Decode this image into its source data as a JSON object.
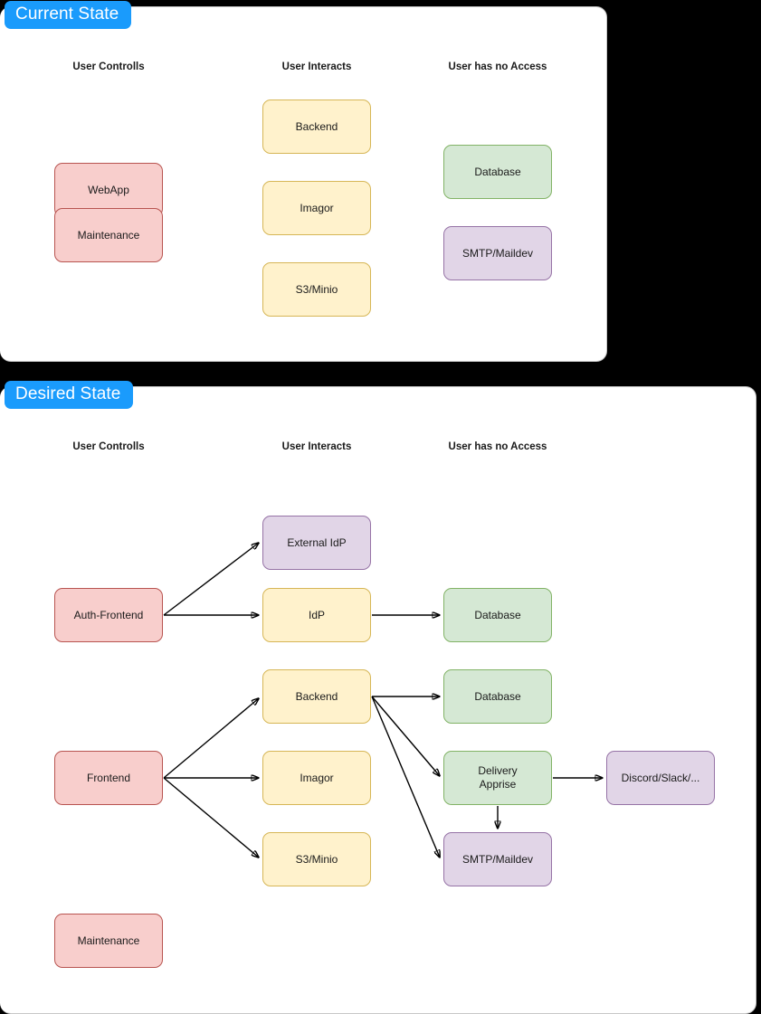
{
  "diagram": {
    "title": "Current State / Desired State architecture",
    "colors": {
      "tab": "#1a9bfc",
      "panel_bg": "#ffffff",
      "canvas_bg": "#000000",
      "red_fill": "#f8cecc",
      "red_stroke": "#b85450",
      "yellow_fill": "#fff2cc",
      "yellow_stroke": "#d6b656",
      "green_fill": "#d5e8d4",
      "green_stroke": "#82b366",
      "purple_fill": "#e1d5e7",
      "purple_stroke": "#9673a6",
      "edge": "#000000"
    }
  },
  "panels": [
    {
      "id": "current",
      "tab_label": "Current State",
      "headers": [
        {
          "label": "User Controlls"
        },
        {
          "label": "User Interacts"
        },
        {
          "label": "User has no Access"
        }
      ],
      "nodes": [
        {
          "id": "cs-webapp",
          "label": "WebApp",
          "color": "red"
        },
        {
          "id": "cs-maintenance",
          "label": "Maintenance",
          "color": "red"
        },
        {
          "id": "cs-backend",
          "label": "Backend",
          "color": "yellow"
        },
        {
          "id": "cs-imagor",
          "label": "Imagor",
          "color": "yellow"
        },
        {
          "id": "cs-s3minio",
          "label": "S3/Minio",
          "color": "yellow"
        },
        {
          "id": "cs-database",
          "label": "Database",
          "color": "green"
        },
        {
          "id": "cs-smtp",
          "label": "SMTP/Maildev",
          "color": "purple"
        }
      ],
      "edges": []
    },
    {
      "id": "desired",
      "tab_label": "Desired State",
      "headers": [
        {
          "label": "User Controlls"
        },
        {
          "label": "User Interacts"
        },
        {
          "label": "User has no Access"
        }
      ],
      "nodes": [
        {
          "id": "ds-authfrontend",
          "label": "Auth-Frontend",
          "color": "red"
        },
        {
          "id": "ds-frontend",
          "label": "Frontend",
          "color": "red"
        },
        {
          "id": "ds-maintenance",
          "label": "Maintenance",
          "color": "red"
        },
        {
          "id": "ds-externalidp",
          "label": "External IdP",
          "color": "purple"
        },
        {
          "id": "ds-idp",
          "label": "IdP",
          "color": "yellow"
        },
        {
          "id": "ds-backend",
          "label": "Backend",
          "color": "yellow"
        },
        {
          "id": "ds-imagor",
          "label": "Imagor",
          "color": "yellow"
        },
        {
          "id": "ds-s3minio",
          "label": "S3/Minio",
          "color": "yellow"
        },
        {
          "id": "ds-database-idp",
          "label": "Database",
          "color": "green"
        },
        {
          "id": "ds-database-be",
          "label": "Database",
          "color": "green"
        },
        {
          "id": "ds-delivery",
          "label": "Delivery\nApprise",
          "color": "green"
        },
        {
          "id": "ds-smtp",
          "label": "SMTP/Maildev",
          "color": "purple"
        },
        {
          "id": "ds-discord",
          "label": "Discord/Slack/...",
          "color": "purple"
        }
      ],
      "edges": [
        {
          "from": "ds-authfrontend",
          "to": "ds-externalidp"
        },
        {
          "from": "ds-authfrontend",
          "to": "ds-idp"
        },
        {
          "from": "ds-idp",
          "to": "ds-database-idp"
        },
        {
          "from": "ds-frontend",
          "to": "ds-backend"
        },
        {
          "from": "ds-frontend",
          "to": "ds-imagor"
        },
        {
          "from": "ds-frontend",
          "to": "ds-s3minio"
        },
        {
          "from": "ds-backend",
          "to": "ds-database-be"
        },
        {
          "from": "ds-backend",
          "to": "ds-delivery"
        },
        {
          "from": "ds-backend",
          "to": "ds-smtp"
        },
        {
          "from": "ds-delivery",
          "to": "ds-discord"
        },
        {
          "from": "ds-delivery",
          "to": "ds-smtp"
        }
      ]
    }
  ]
}
